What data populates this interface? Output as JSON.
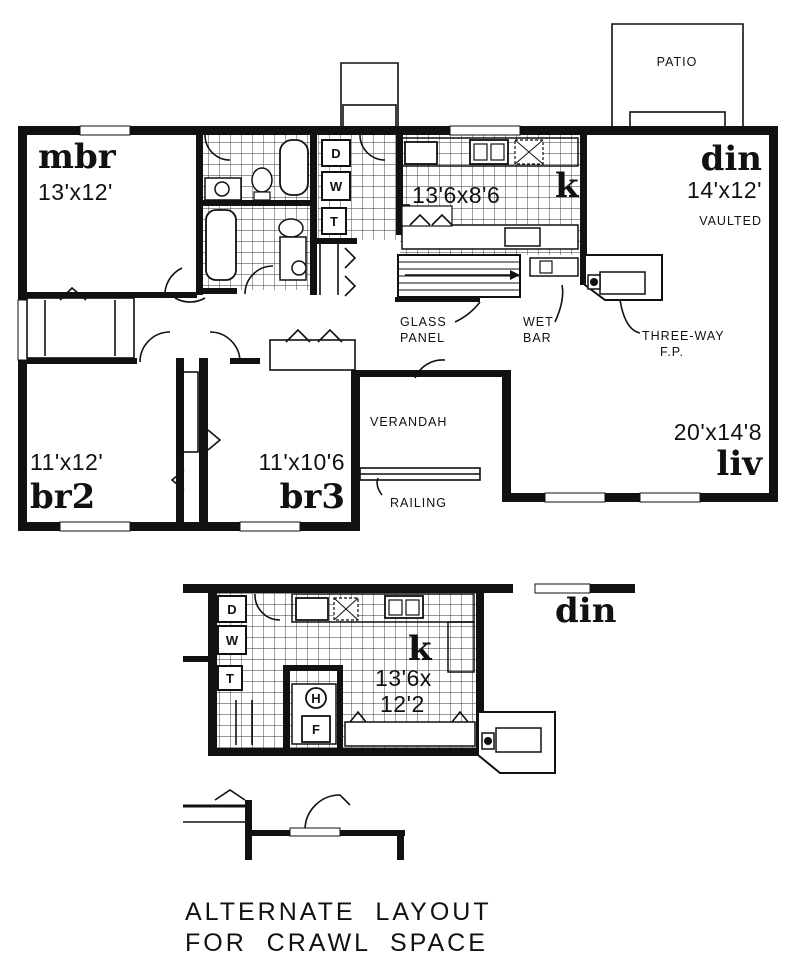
{
  "main_plan": {
    "rooms": {
      "mbr": {
        "name": "mbr",
        "dims": "13'x12'"
      },
      "br2": {
        "name": "br2",
        "dims": "11'x12'"
      },
      "br3": {
        "name": "br3",
        "dims": "11'x10'6"
      },
      "kitchen": {
        "name": "k",
        "dims": "13'6x8'6"
      },
      "dining": {
        "name": "din",
        "dims": "14'x12'",
        "note": "VAULTED"
      },
      "living": {
        "name": "liv",
        "dims": "20'x14'8"
      }
    },
    "labels": {
      "patio": "PATIO",
      "verandah": "VERANDAH",
      "railing": "RAILING",
      "glass_panel_1": "GLASS",
      "glass_panel_2": "PANEL",
      "wet_bar_1": "WET",
      "wet_bar_2": "BAR",
      "fireplace_1": "THREE-WAY",
      "fireplace_2": "F.P."
    },
    "appliances": {
      "dryer": "D",
      "washer": "W",
      "tub": "T"
    }
  },
  "alternate_plan": {
    "kitchen": {
      "name": "k",
      "dims_line1": "13'6x",
      "dims_line2": "12'2"
    },
    "dining": {
      "name": "din"
    },
    "appliances": {
      "dryer": "D",
      "washer": "W",
      "tub": "T",
      "heater": "H",
      "furnace": "F"
    }
  },
  "caption": {
    "line1": "ALTERNATE  LAYOUT",
    "line2": "FOR  CRAWL  SPACE"
  }
}
